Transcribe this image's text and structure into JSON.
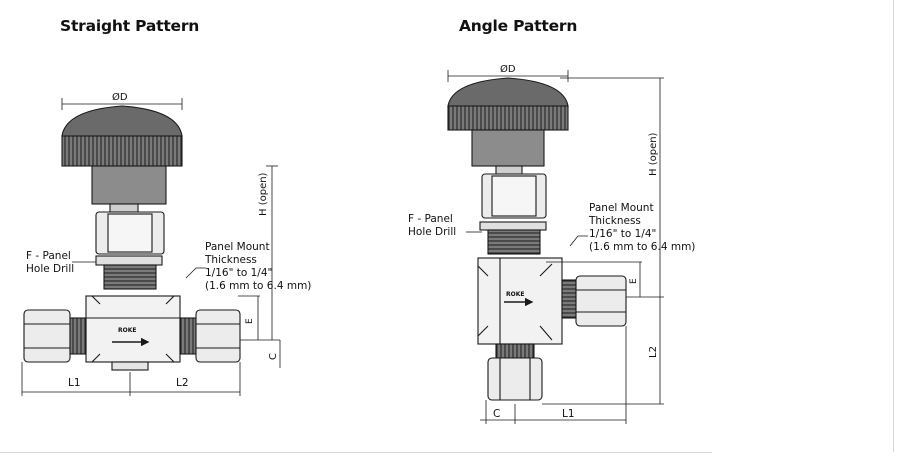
{
  "straight": {
    "title": "Straight Pattern",
    "dia_label": "ØD",
    "h_label": "H (open)",
    "f_label_1": "F - Panel",
    "f_label_2": "Hole Drill",
    "pm_1": "Panel Mount",
    "pm_2": "Thickness",
    "pm_3": "1/16\" to 1/4\"",
    "pm_4": "(1.6 mm to 6.4 mm)",
    "e_label": "E",
    "c_label": "C",
    "l1_label": "L1",
    "l2_label": "L2",
    "brand": "ROKE"
  },
  "angle": {
    "title": "Angle Pattern",
    "dia_label": "ØD",
    "h_label": "H (open)",
    "f_label_1": "F - Panel",
    "f_label_2": "Hole Drill",
    "pm_1": "Panel Mount",
    "pm_2": "Thickness",
    "pm_3": "1/16\" to 1/4\"",
    "pm_4": "(1.6 mm to 6.4 mm)",
    "e_label": "E",
    "l2_label": "L2",
    "c_label": "C",
    "l1_label": "L1",
    "brand": "ROKE"
  },
  "colors": {
    "line": "#1a1a1a",
    "knob": "#6e6e6e",
    "stem": "#8a8a8a",
    "body": "#f2f2f2",
    "nut": "#e9e9e9"
  }
}
